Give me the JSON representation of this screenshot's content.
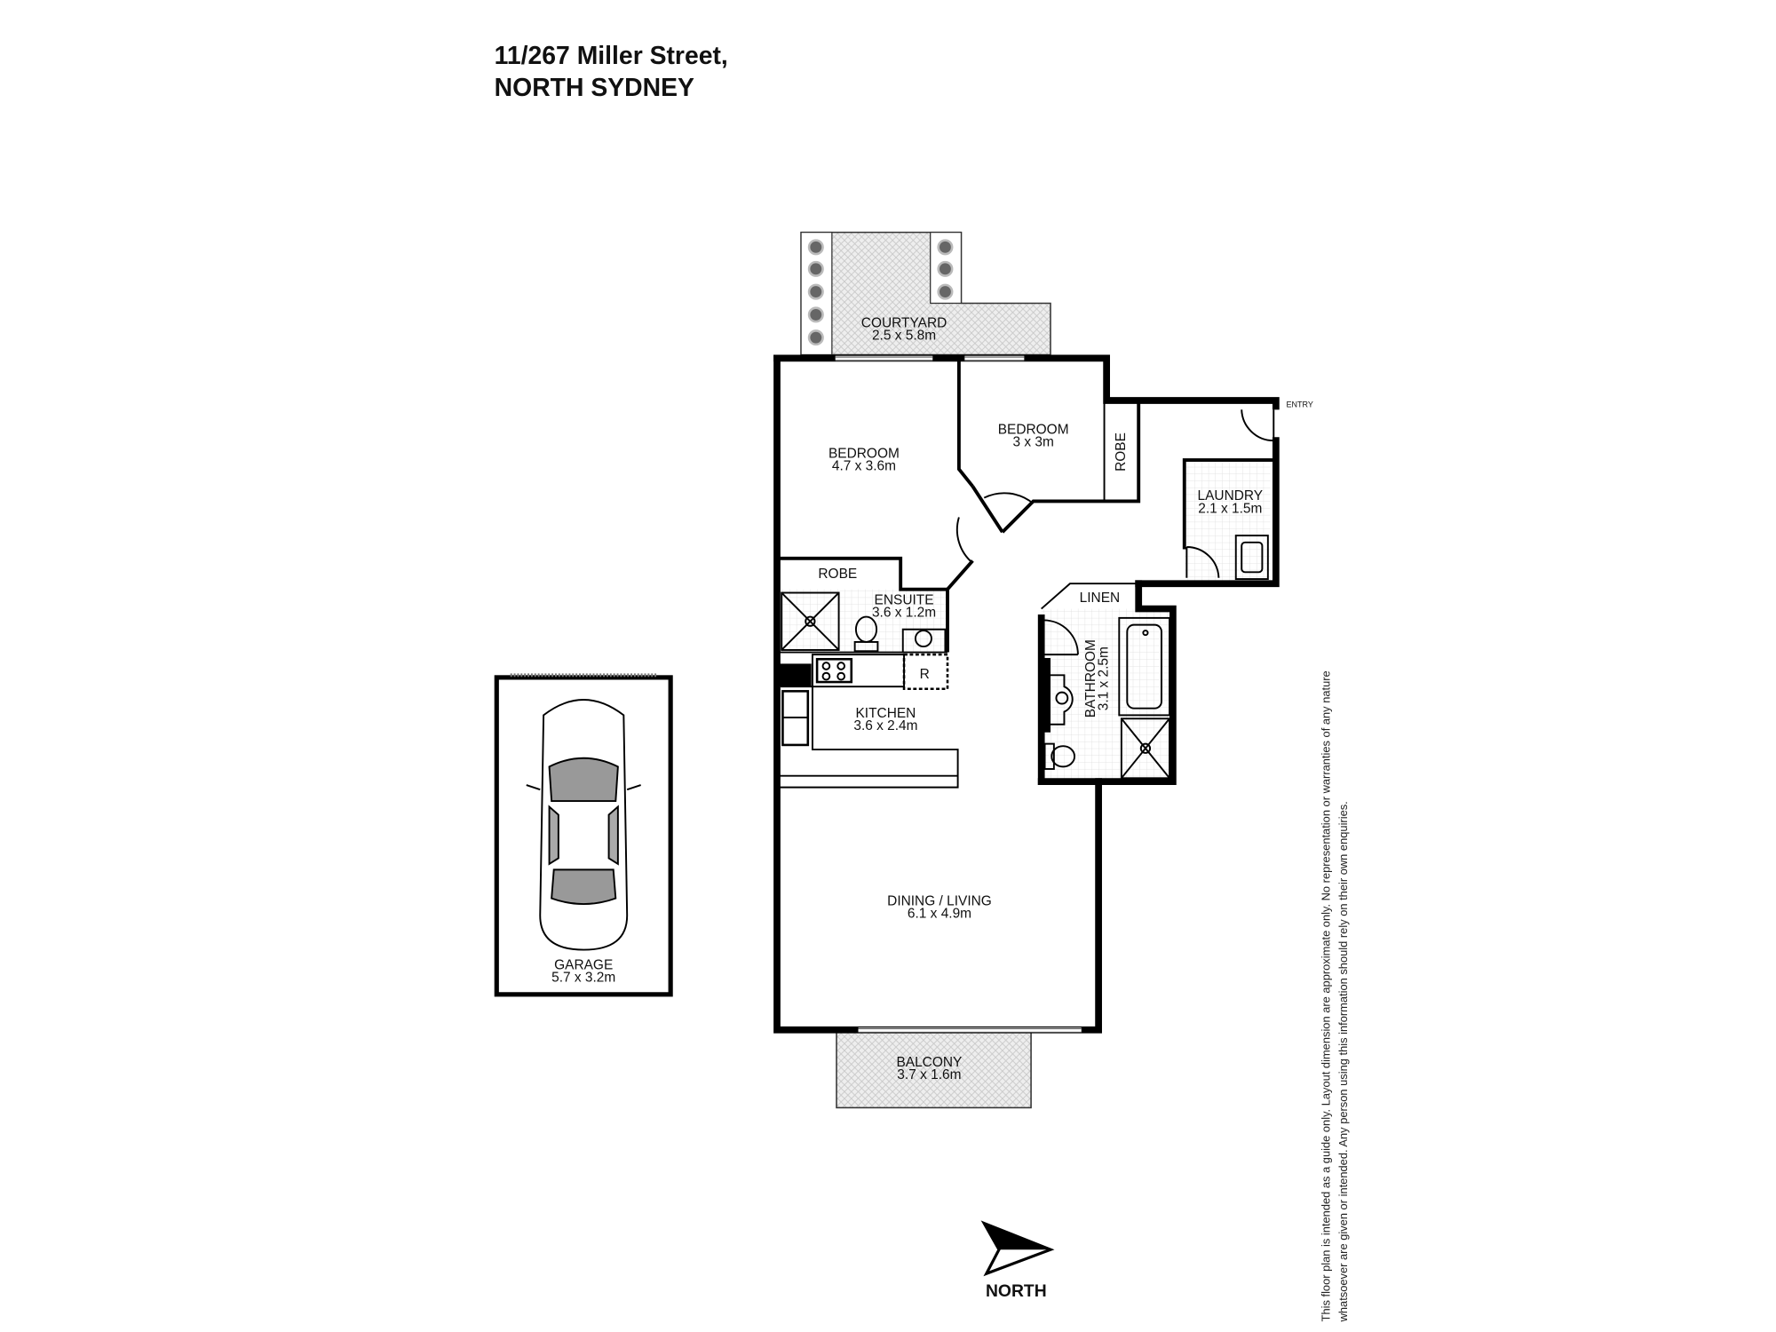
{
  "header": {
    "address_line1": "11/267 Miller Street,",
    "address_line2": "NORTH SYDNEY"
  },
  "rooms": {
    "courtyard": {
      "name": "COURTYARD",
      "size": "2.5 x 5.8m"
    },
    "bedroom_main": {
      "name": "BEDROOM",
      "size": "4.7 x 3.6m"
    },
    "bedroom_second": {
      "name": "BEDROOM",
      "size": "3 x 3m"
    },
    "robe_second": {
      "name": "ROBE"
    },
    "robe_main": {
      "name": "ROBE"
    },
    "laundry": {
      "name": "LAUNDRY",
      "size": "2.1 x 1.5m"
    },
    "ensuite": {
      "name": "ENSUITE",
      "size": "3.6 x 1.2m"
    },
    "linen": {
      "name": "LINEN"
    },
    "fridge": {
      "name": "R"
    },
    "kitchen": {
      "name": "KITCHEN",
      "size": "3.6 x 2.4m"
    },
    "bathroom": {
      "name": "BATHROOM",
      "size": "3.1 x 2.5m"
    },
    "dining_living": {
      "name": "DINING / LIVING",
      "size": "6.1 x 4.9m"
    },
    "garage": {
      "name": "GARAGE",
      "size": "5.7 x 3.2m"
    },
    "balcony": {
      "name": "BALCONY",
      "size": "3.7 x 1.6m"
    },
    "entry": {
      "name": "ENTRY"
    }
  },
  "compass": {
    "label": "NORTH",
    "icon": "north-arrow-icon"
  },
  "disclaimer": {
    "line1": "This floor plan is intended as a guide only. Layout dimension are approximate only. No representation or warranties of any nature",
    "line2": "whatsoever are given or intended. Any person using this information should rely on their own enquiries."
  }
}
